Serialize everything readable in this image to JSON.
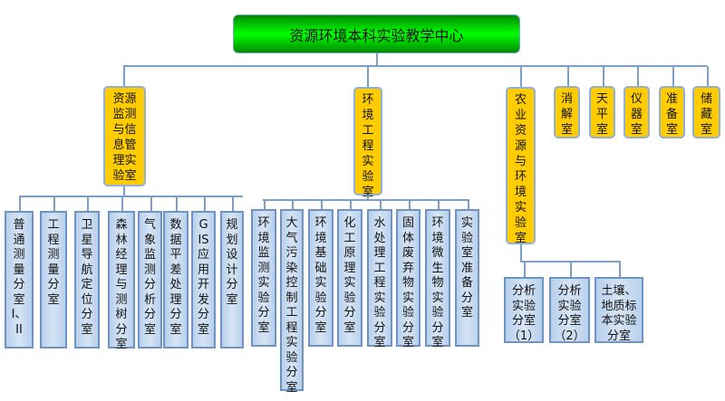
{
  "root": "资源环境本科实验教学中心",
  "labs": [
    {
      "name": "资源监测与信息管理实验室",
      "rooms": [
        "普通测量分室I、II",
        "工程测量分室",
        "卫星导航定位分室",
        "森林经理与测树分室",
        "气象监测分析分室",
        "数据平差处理分室",
        "GIS应用开发分室",
        "规划设计分室"
      ]
    },
    {
      "name": "环境工程实验室",
      "rooms": [
        "环境监测实验分室",
        "大气污染控制工程实验分室",
        "环境基础实验分室",
        "化工原理实验分室",
        "水处理工程实验分室",
        "固体废弃物实验分室",
        "环境微生物实验分室",
        "实验室准备分室"
      ]
    },
    {
      "name": "农业资源与环境实验室",
      "rooms": [
        "分析实验分室（1）",
        "分析实验分室（2）",
        "土壤、地质标本实验分室"
      ]
    }
  ],
  "rooms": [
    "消解室",
    "天平室",
    "仪器室",
    "准备室",
    "储藏室"
  ],
  "colors": {
    "root": "#00cc00",
    "unit": "#ffcc00",
    "leaf": "#c6daf0",
    "line": "#7d9fc6"
  }
}
